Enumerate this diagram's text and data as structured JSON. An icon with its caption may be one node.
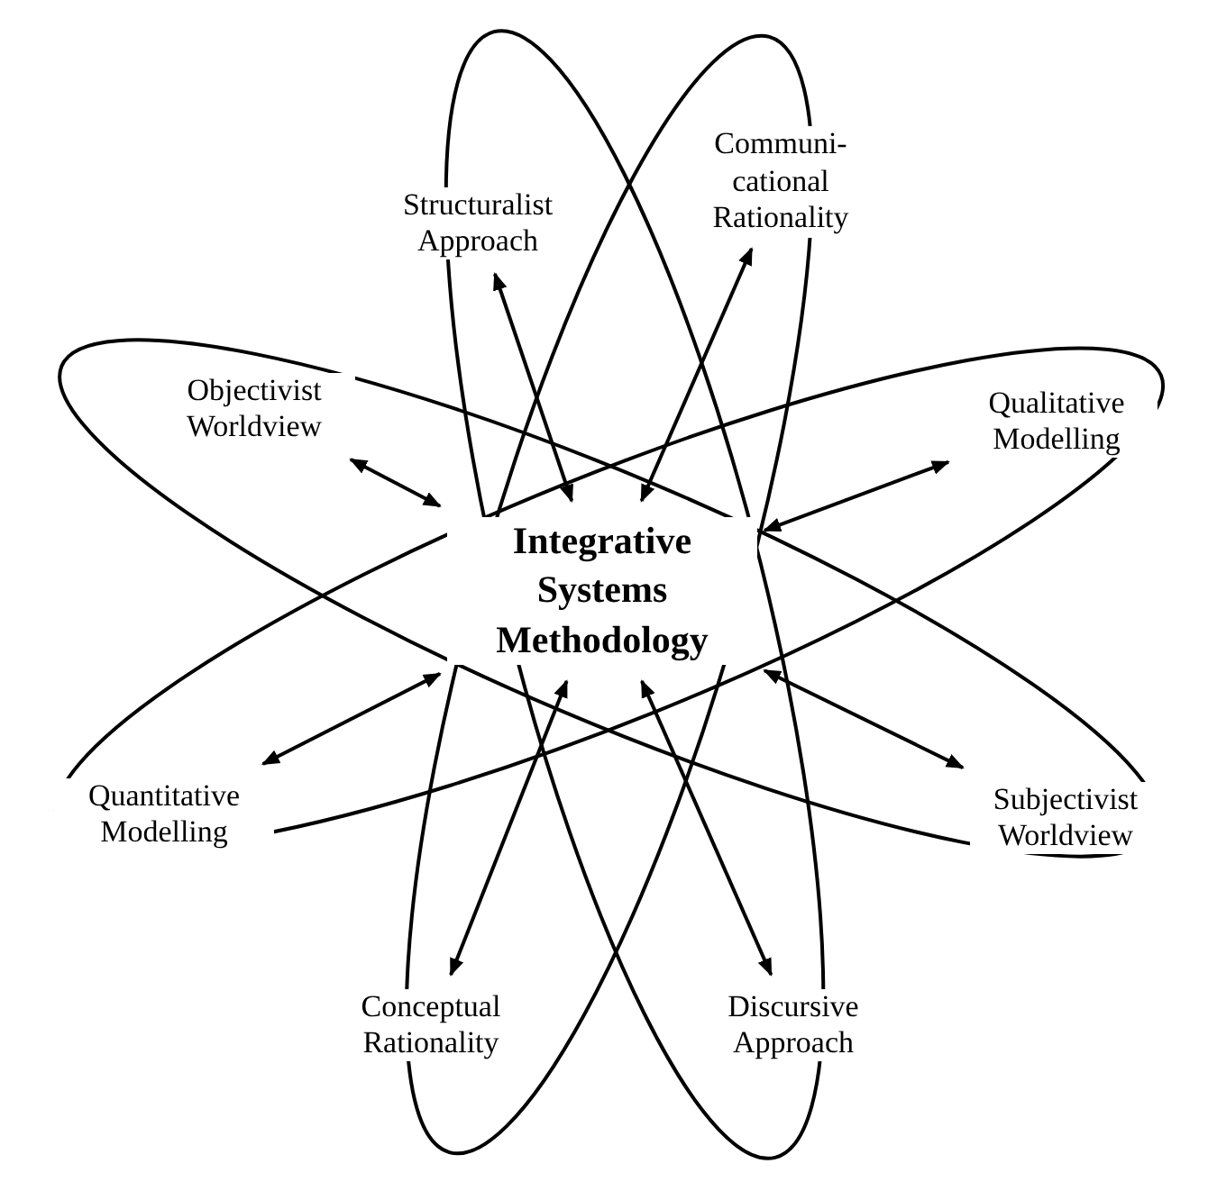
{
  "diagram": {
    "nodes": [
      {
        "text": [
          "Integrative Systems Methodology"
        ]
      },
      {
        "text": [
          "Structuralist Approach"
        ]
      },
      {
        "text": [
          "Communi-cational Rationality"
        ]
      },
      {
        "text": [
          "Objectivist Worldview"
        ]
      },
      {
        "text": [
          "Qualitative Modelling"
        ]
      },
      {
        "text": [
          "Quantitative Modelling"
        ]
      },
      {
        "text": [
          "Subjectivist Worldview"
        ]
      },
      {
        "text": [
          "Conceptual Rationality"
        ]
      },
      {
        "text": [
          "Discursive Approach"
        ]
      }
    ],
    "edges": [
      {
        "from": 1,
        "to": 0,
        "arrow": "both"
      },
      {
        "from": 2,
        "to": 0,
        "arrow": "both"
      },
      {
        "from": 3,
        "to": 0,
        "arrow": "both"
      },
      {
        "from": 4,
        "to": 0,
        "arrow": "both"
      },
      {
        "from": 5,
        "to": 0,
        "arrow": "both"
      },
      {
        "from": 6,
        "to": 0,
        "arrow": "both"
      },
      {
        "from": 7,
        "to": 0,
        "arrow": "both"
      },
      {
        "from": 8,
        "to": 0,
        "arrow": "both"
      }
    ]
  }
}
